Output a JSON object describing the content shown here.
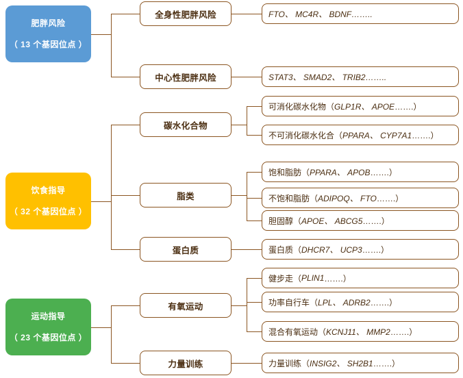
{
  "diagram": {
    "title": "genetic-testing-report-mindmap",
    "colors": {
      "obesity_risk": "#5B9BD5",
      "diet_guidance": "#FFC000",
      "exercise_guidance": "#4CAF50",
      "line": "#8a5420",
      "box_text": "#4a2d10"
    },
    "branches": [
      {
        "id": "obesity-risk",
        "root_label": "肥胖风险",
        "root_sublabel": "（ 13 个基因位点 ）",
        "color": "#5B9BD5",
        "categories": [
          {
            "label": "全身性肥胖风险",
            "leaves": [
              {
                "prefix": "",
                "genes": "FTO、 MC4R、 BDNF……..",
                "suffix": ""
              }
            ]
          },
          {
            "label": "中心性肥胖风险",
            "leaves": [
              {
                "prefix": "",
                "genes": "STAT3、 SMAD2、 TRIB2……..",
                "suffix": ""
              }
            ]
          }
        ]
      },
      {
        "id": "diet-guidance",
        "root_label": "饮食指导",
        "root_sublabel": "（ 32 个基因位点 ）",
        "color": "#FFC000",
        "categories": [
          {
            "label": "碳水化合物",
            "leaves": [
              {
                "prefix": "可消化碳水化物（ ",
                "genes": "GLP1R、 APOE",
                "suffix": "…….）"
              },
              {
                "prefix": "不可消化碳水化合（ ",
                "genes": "PPARA、 CYP7A1",
                "suffix": "…….）"
              }
            ]
          },
          {
            "label": "脂类",
            "leaves": [
              {
                "prefix": "饱和脂肪（ ",
                "genes": "PPARA、 APOB",
                "suffix": "…….）"
              },
              {
                "prefix": "不饱和脂肪（ ",
                "genes": "ADIPOQ、 FTO",
                "suffix": "…….）"
              },
              {
                "prefix": "胆固醇（ ",
                "genes": "APOE、 ABCG5",
                "suffix": "…….）"
              }
            ]
          },
          {
            "label": "蛋白质",
            "leaves": [
              {
                "prefix": "蛋白质（ ",
                "genes": "DHCR7、 UCP3",
                "suffix": "…….）"
              }
            ]
          }
        ]
      },
      {
        "id": "exercise-guidance",
        "root_label": "运动指导",
        "root_sublabel": "（ 23 个基因位点 ）",
        "color": "#4CAF50",
        "categories": [
          {
            "label": "有氧运动",
            "leaves": [
              {
                "prefix": "健步走（ ",
                "genes": "PLIN1",
                "suffix": "…….）"
              },
              {
                "prefix": "功率自行车（ ",
                "genes": "LPL、 ADRB2",
                "suffix": "…….）"
              },
              {
                "prefix": "混合有氧运动（ ",
                "genes": "KCNJ11、 MMP2",
                "suffix": "…….）"
              }
            ]
          },
          {
            "label": "力量训练",
            "leaves": [
              {
                "prefix": "力量训练（ ",
                "genes": "INSIG2、 SH2B1",
                "suffix": "…….）"
              }
            ]
          }
        ]
      }
    ]
  }
}
